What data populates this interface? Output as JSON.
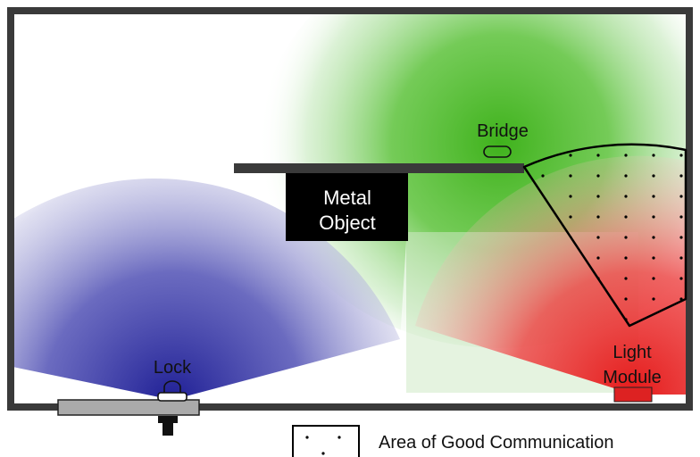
{
  "labels": {
    "bridge": "Bridge",
    "metal_object_line1": "Metal",
    "metal_object_line2": "Object",
    "lock": "Lock",
    "light_module_line1": "Light",
    "light_module_line2": "Module"
  },
  "legend": {
    "label": "Area of Good Communication"
  },
  "colors": {
    "wall": "#3a3a3a",
    "metal_object": "#000000",
    "bridge_signal": "#44bb22",
    "lock_signal": "#2a2aa0",
    "light_signal": "#ee2222",
    "light_module": "#dd2222",
    "door": "#aaaaaa"
  }
}
